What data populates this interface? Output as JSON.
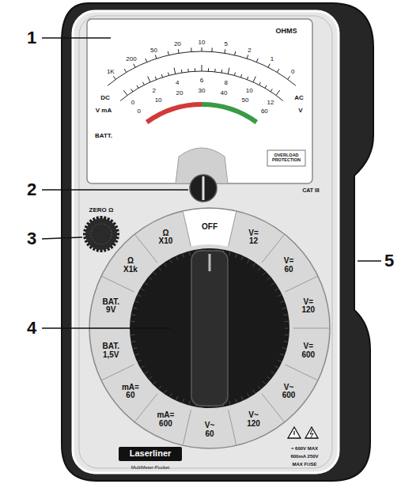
{
  "diagram": {
    "labels": [
      "1",
      "2",
      "3",
      "4",
      "5",
      "OHMS",
      "1K",
      "200",
      "50",
      "20",
      "10",
      "5",
      "2",
      "1",
      "0",
      "DC",
      "V mA",
      "BATT.",
      "AC",
      "V",
      "0",
      "2",
      "4",
      "6",
      "8",
      "10",
      "12",
      "0",
      "10",
      "20",
      "30",
      "40",
      "50",
      "60",
      "OVERLOAD PROTECTION",
      "ZERO Ω",
      "CAT III",
      "OFF",
      "V= 12",
      "V= 60",
      "V= 120",
      "V= 600",
      "V~ 600",
      "V~ 120",
      "V~ 60",
      "mA= 600",
      "mA= 60",
      "BAT. 1,5V",
      "BAT. 9V",
      "Ω X1k",
      "Ω X10",
      "Laserliner",
      "MultiMeter-Pocket",
      "= 600V MAX",
      "600mA 250V",
      "MAX FUSE"
    ]
  }
}
